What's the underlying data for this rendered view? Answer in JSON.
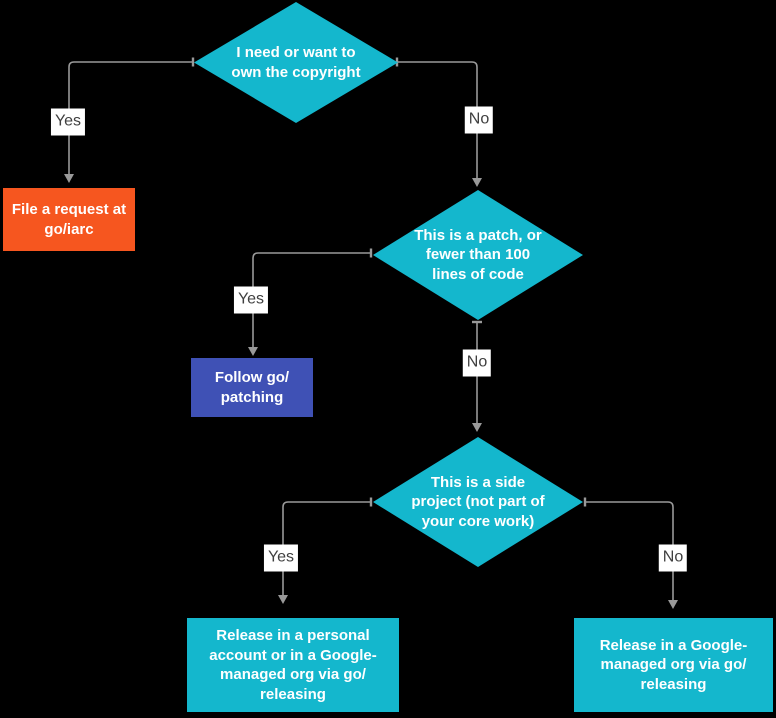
{
  "diagram": {
    "background": "#000000",
    "nodes": {
      "copyright_decision": {
        "type": "decision",
        "label": "I need or want to\nown the copyright"
      },
      "file_request_action": {
        "type": "action",
        "label": "File a request at\ngo/iarc",
        "fill": "#f6561f"
      },
      "patch_decision": {
        "type": "decision",
        "label": "This is a patch, or\nfewer than 100\nlines of code"
      },
      "follow_patching_action": {
        "type": "action",
        "label": "Follow go/\npatching",
        "fill": "#3f51b5"
      },
      "side_project_decision": {
        "type": "decision",
        "label": "This is a side\nproject (not part of\nyour core work)"
      },
      "release_personal_action": {
        "type": "action",
        "label": "Release in a personal\naccount or in a Google-\nmanaged org via go/\nreleasing",
        "fill": "#14b7cd"
      },
      "release_google_action": {
        "type": "action",
        "label": "Release in a Google-\nmanaged org via go/\nreleasing",
        "fill": "#14b7cd"
      }
    },
    "edge_labels": {
      "copyright_yes": "Yes",
      "copyright_no": "No",
      "patch_yes": "Yes",
      "patch_no": "No",
      "side_project_yes": "Yes",
      "side_project_no": "No"
    },
    "colors": {
      "decision_fill": "#14b7cd",
      "action_orange": "#f6561f",
      "action_blue": "#3f51b5",
      "action_cyan": "#14b7cd",
      "connector": "#999999",
      "node_text": "#ffffff",
      "edge_label_text": "#3f3f3f",
      "edge_label_bg": "#ffffff"
    }
  }
}
